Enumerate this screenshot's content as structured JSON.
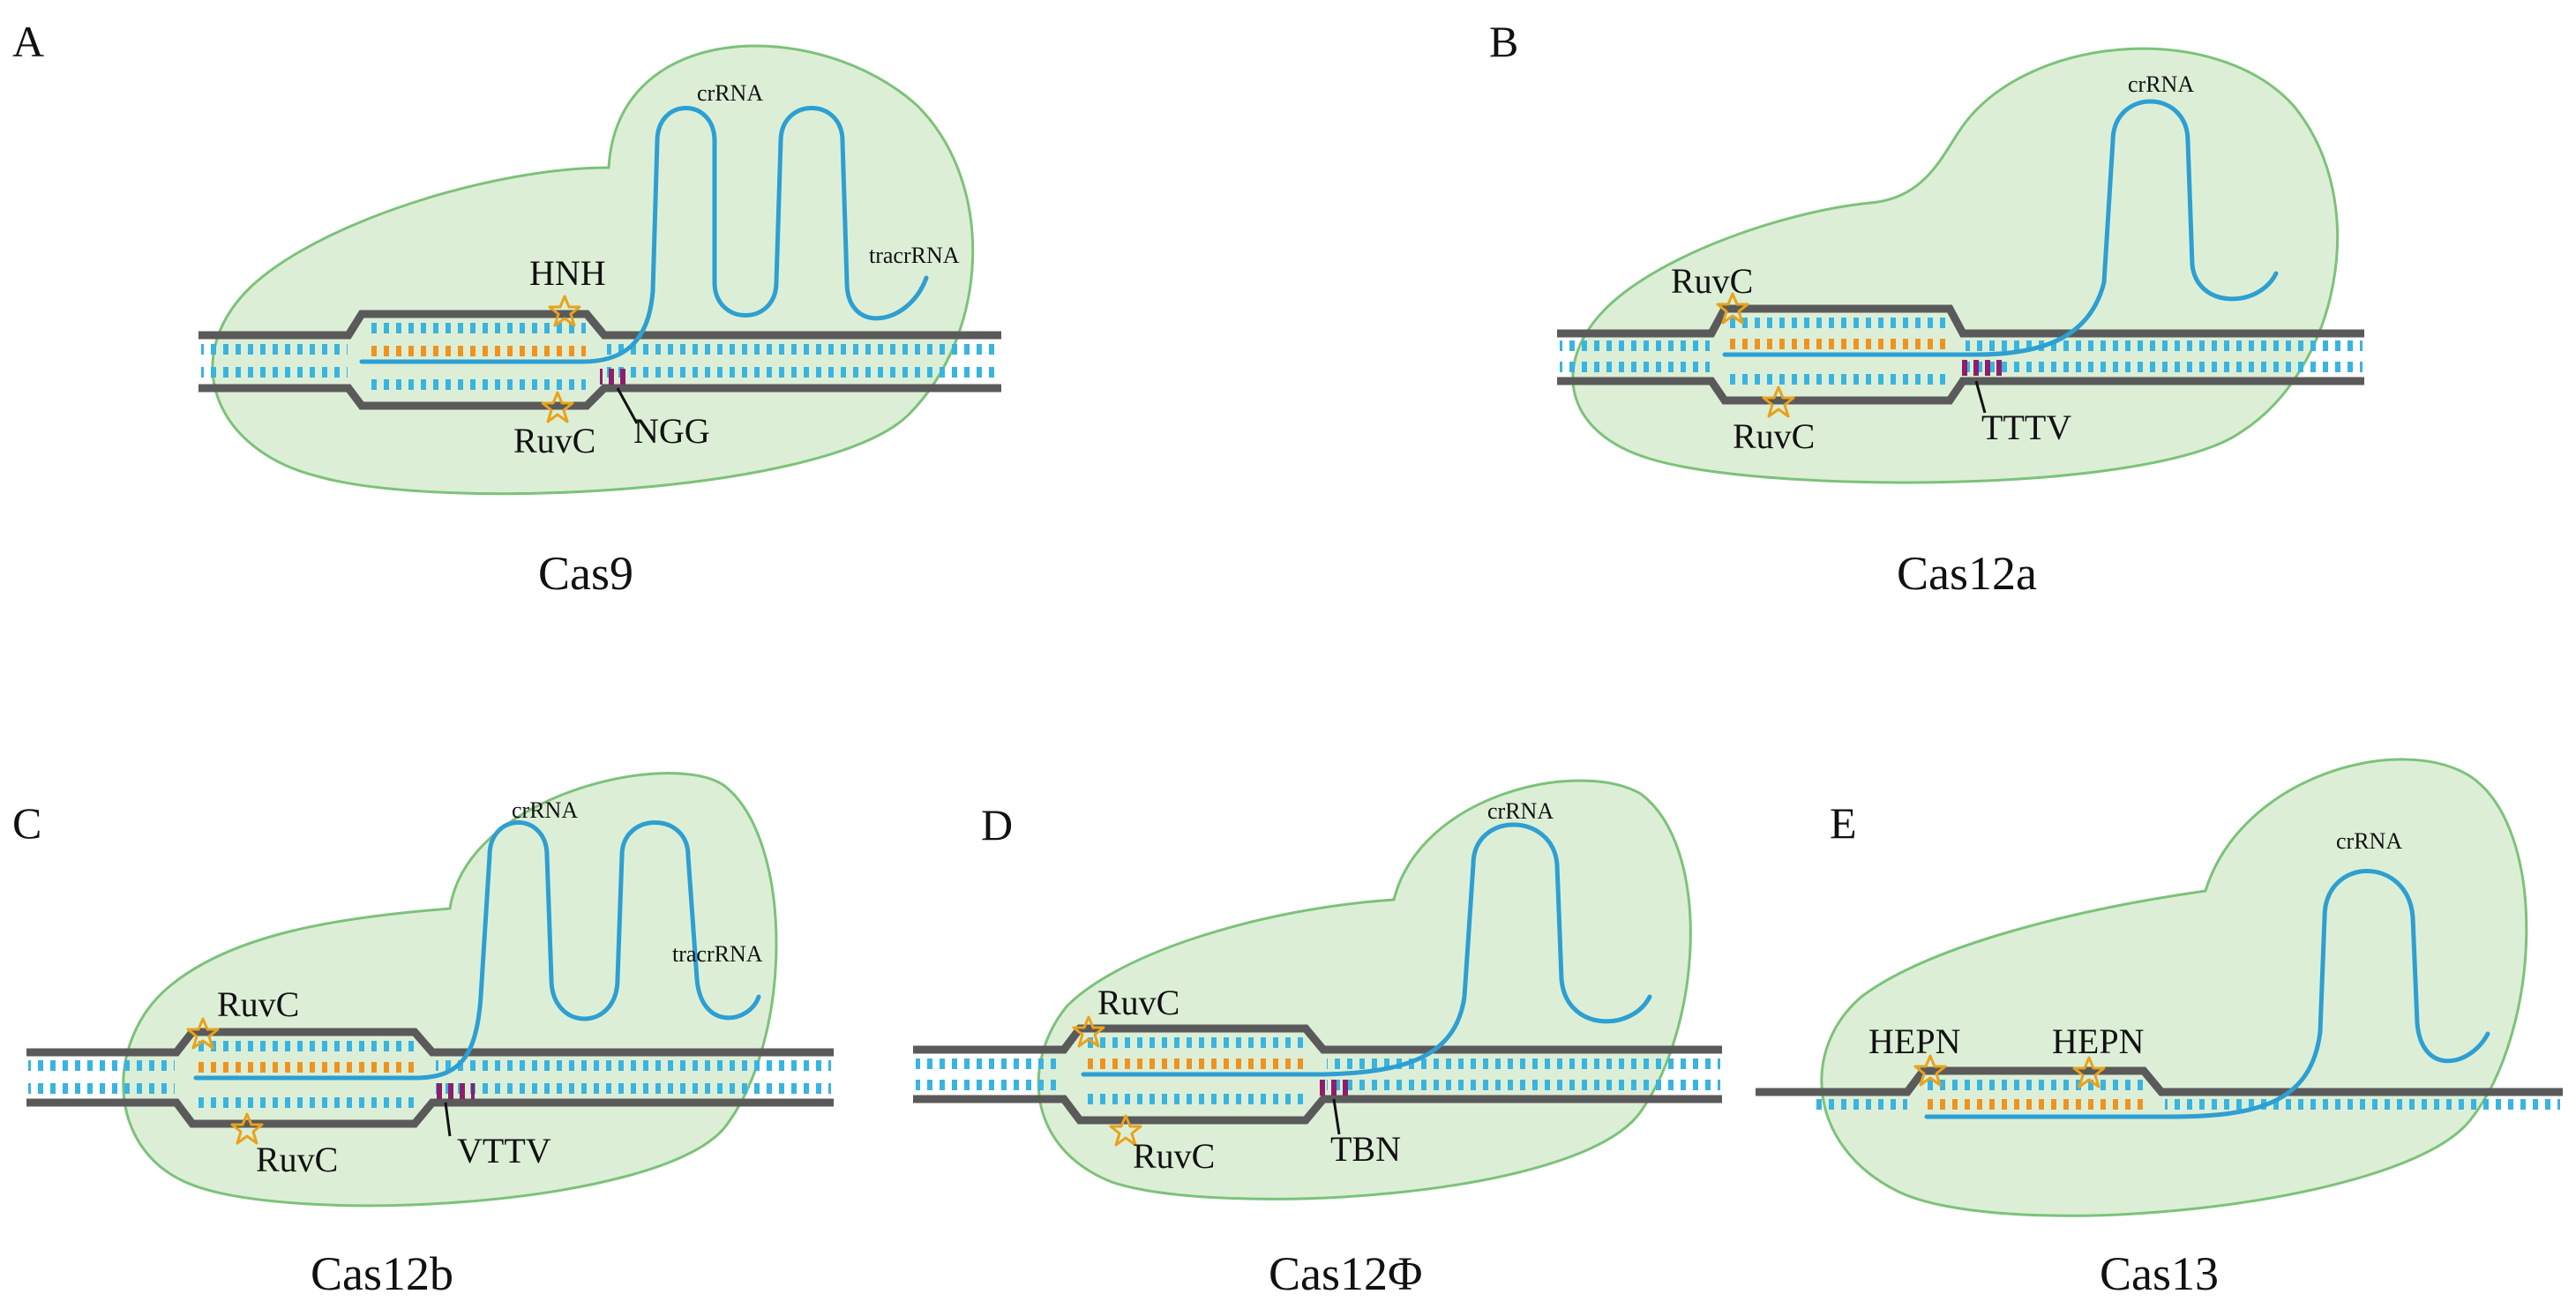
{
  "figure": {
    "panels": [
      {
        "id": "A",
        "letter": "A",
        "title": "Cas9",
        "rna_label": "crRNA",
        "rna2_label": "tracrRNA",
        "site_top": "HNH",
        "site_bottom": "RuvC",
        "pam": "NGG"
      },
      {
        "id": "B",
        "letter": "B",
        "title": "Cas12a",
        "rna_label": "crRNA",
        "site_top": "RuvC",
        "site_bottom": "RuvC",
        "pam": "TTTV"
      },
      {
        "id": "C",
        "letter": "C",
        "title": "Cas12b",
        "rna_label": "crRNA",
        "rna2_label": "tracrRNA",
        "site_top": "RuvC",
        "site_bottom": "RuvC",
        "pam": "VTTV"
      },
      {
        "id": "D",
        "letter": "D",
        "title": "Cas12Φ",
        "rna_label": "crRNA",
        "site_top": "RuvC",
        "site_bottom": "RuvC",
        "pam": "TBN"
      },
      {
        "id": "E",
        "letter": "E",
        "title": "Cas13",
        "rna_label": "crRNA",
        "site_1": "HEPN",
        "site_2": "HEPN"
      }
    ],
    "colors": {
      "protein_fill": "#dcefd6",
      "protein_stroke": "#7cc27a",
      "backbone": "#5a5a5a",
      "base_pair": "#39b4e0",
      "rna": "#2d9fd3",
      "guide_pairing": "#f0931e",
      "pam": "#8e1e6c",
      "nuclease_site": "#e9a21b"
    }
  }
}
